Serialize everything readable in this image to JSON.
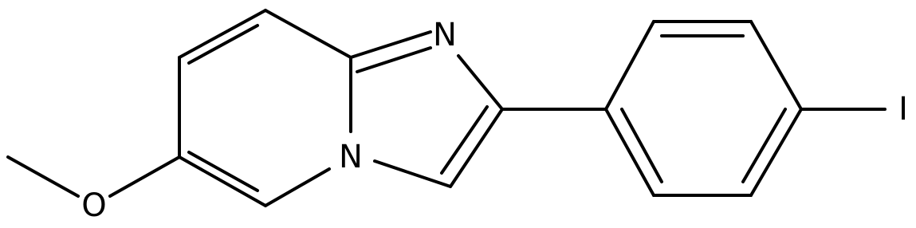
{
  "colors": {
    "background": "#ffffff",
    "ink": "#000000"
  },
  "molecule": {
    "atoms": {
      "N_imine": "N",
      "N_bridge": "N",
      "O_methoxy": "O",
      "I_iodo": "I"
    }
  }
}
